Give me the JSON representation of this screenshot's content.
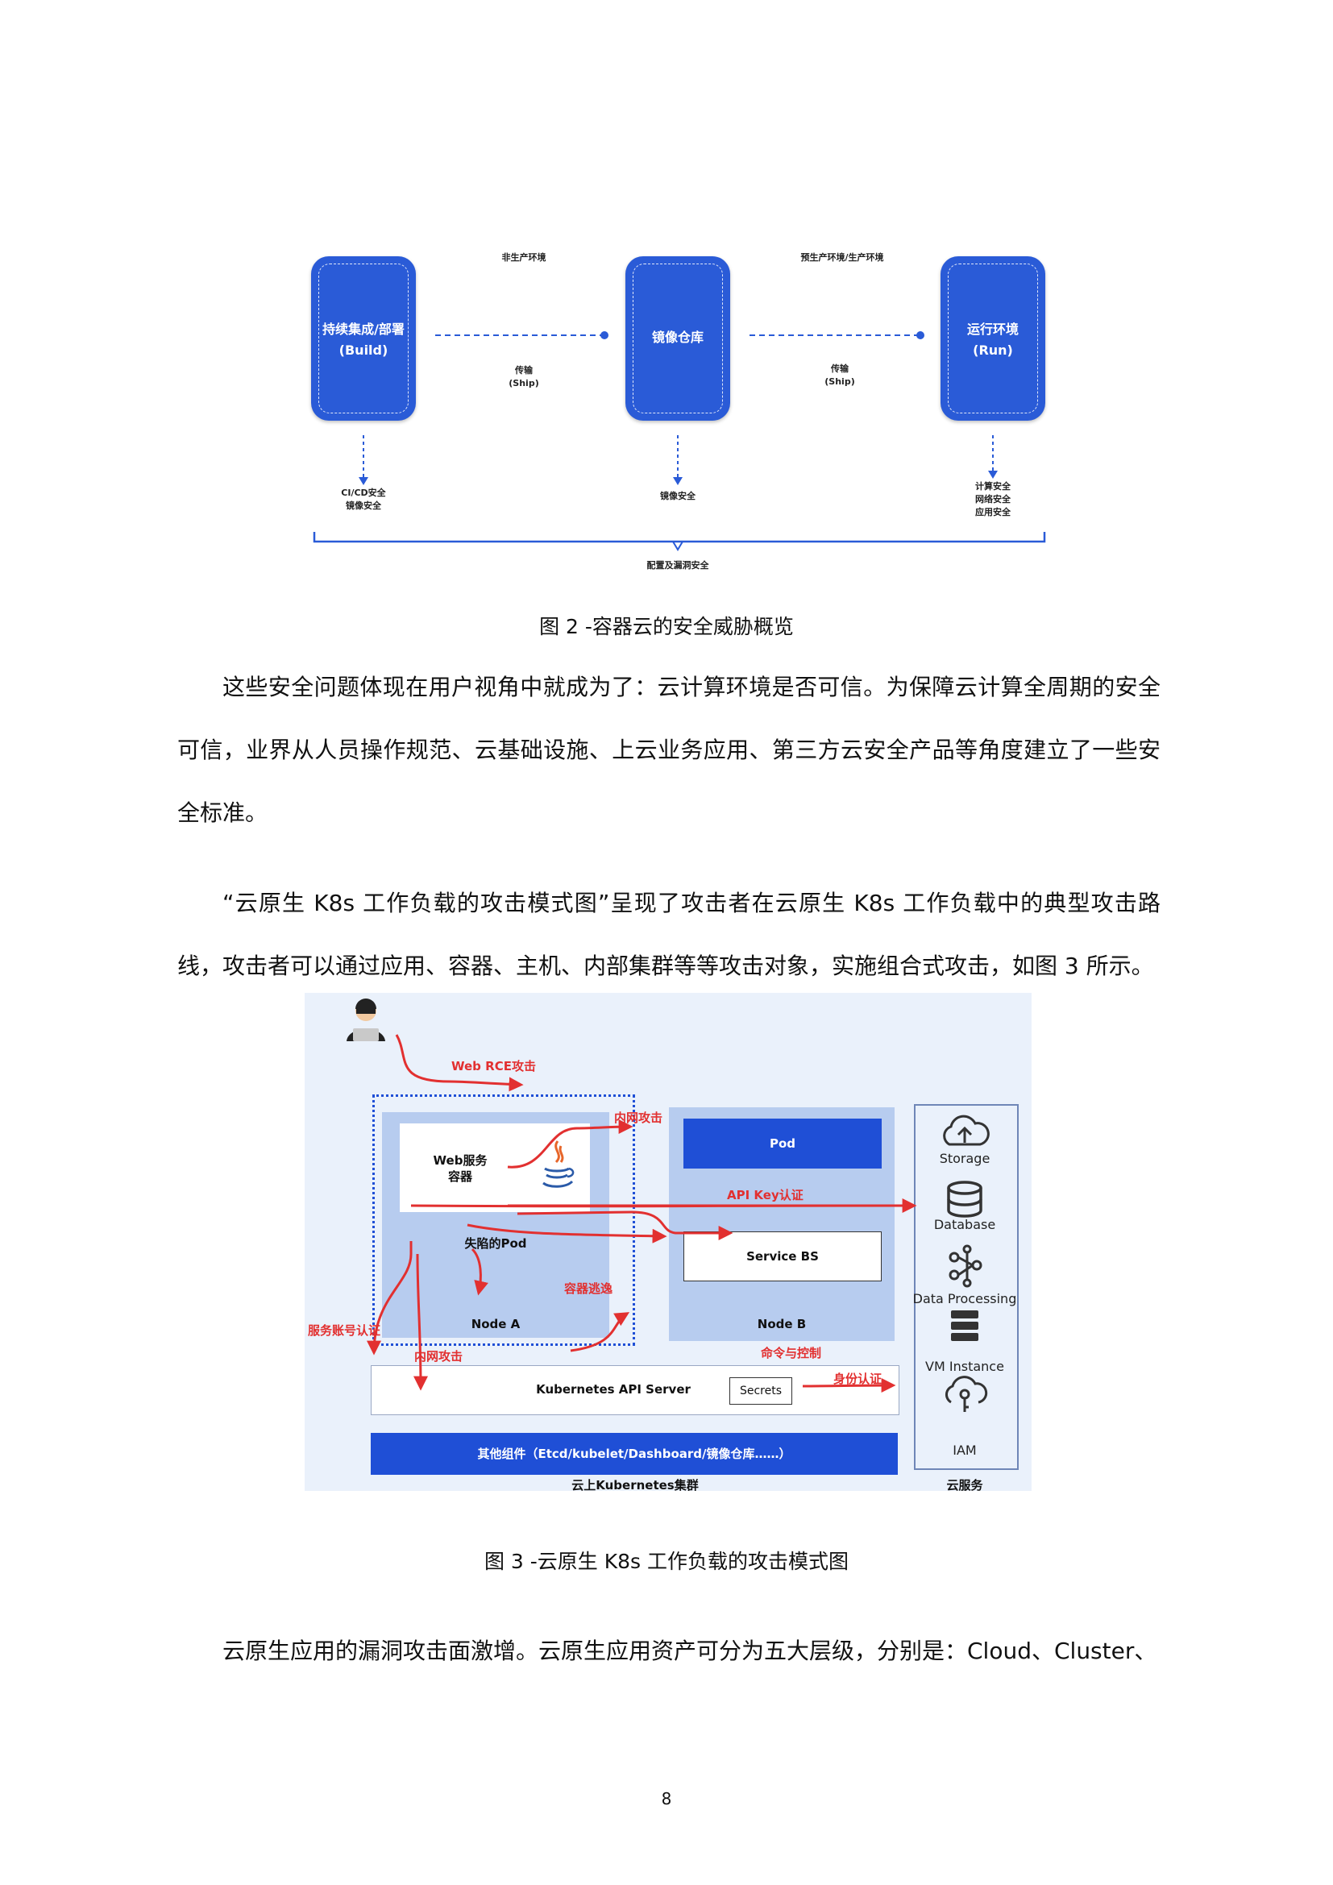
{
  "figure1": {
    "stages": [
      {
        "label": "持续集成/部署\n(Build)"
      },
      {
        "label": "镜像仓库"
      },
      {
        "label": "运行环境\n(Run)"
      }
    ],
    "env_labels": [
      "非生产环境",
      "预生产环境/生产环境"
    ],
    "transfer_labels": [
      "传输\n(Ship)",
      "传输\n(Ship)"
    ],
    "security_labels": [
      "CI/CD安全\n镜像安全",
      "镜像安全",
      "计算安全\n网络安全\n应用安全"
    ],
    "bottom_label": "配置及漏洞安全",
    "caption": "图  2 -容器云的安全威胁概览"
  },
  "paragraphs": {
    "p1": "这些安全问题体现在用户视角中就成为了：云计算环境是否可信。为保障云计算全周期的安全可信，业界从人员操作规范、云基础设施、上云业务应用、第三方云安全产品等角度建立了一些安全标准。",
    "p2": "“云原生 K8s 工作负载的攻击模式图”呈现了攻击者在云原生 K8s 工作负载中的典型攻击路线，攻击者可以通过应用、容器、主机、内部集群等等攻击对象，实施组合式攻击，如图 3 所示。",
    "p3": "云原生应用的漏洞攻击面激增。云原生应用资产可分为五大层级，分别是：Cloud、Cluster、"
  },
  "figure2": {
    "web_container": "Web服务\n容器",
    "compromised_pod": "失陷的Pod",
    "node_a": "Node A",
    "pod": "Pod",
    "service_bs": "Service BS",
    "node_b": "Node B",
    "api_server": "Kubernetes API Server",
    "secrets": "Secrets",
    "other_components": "其他组件（Etcd/kubelet/Dashboard/镜像仓库……）",
    "cluster_label": "云上Kubernetes集群",
    "cloud_label": "云服务",
    "attack_labels": {
      "web_rce": "Web RCE攻击",
      "intranet1": "内网攻击",
      "api_key": "API Key认证",
      "container_escape": "容器逃逸",
      "service_account": "服务账号认证",
      "intranet2": "内网攻击",
      "command_control": "命令与控制",
      "identity_auth": "身份认证"
    },
    "cloud_services": [
      "Storage",
      "Database",
      "Data Processing",
      "VM Instance",
      "IAM"
    ],
    "caption": "图  3 -云原生 K8s 工作负载的攻击模式图"
  },
  "page_number": "8",
  "colors": {
    "stage_blue": "#2a5bd7",
    "attack_red": "#e23030",
    "pod_blue": "#1f4fd6",
    "panel_bg": "#eaf1fb"
  }
}
